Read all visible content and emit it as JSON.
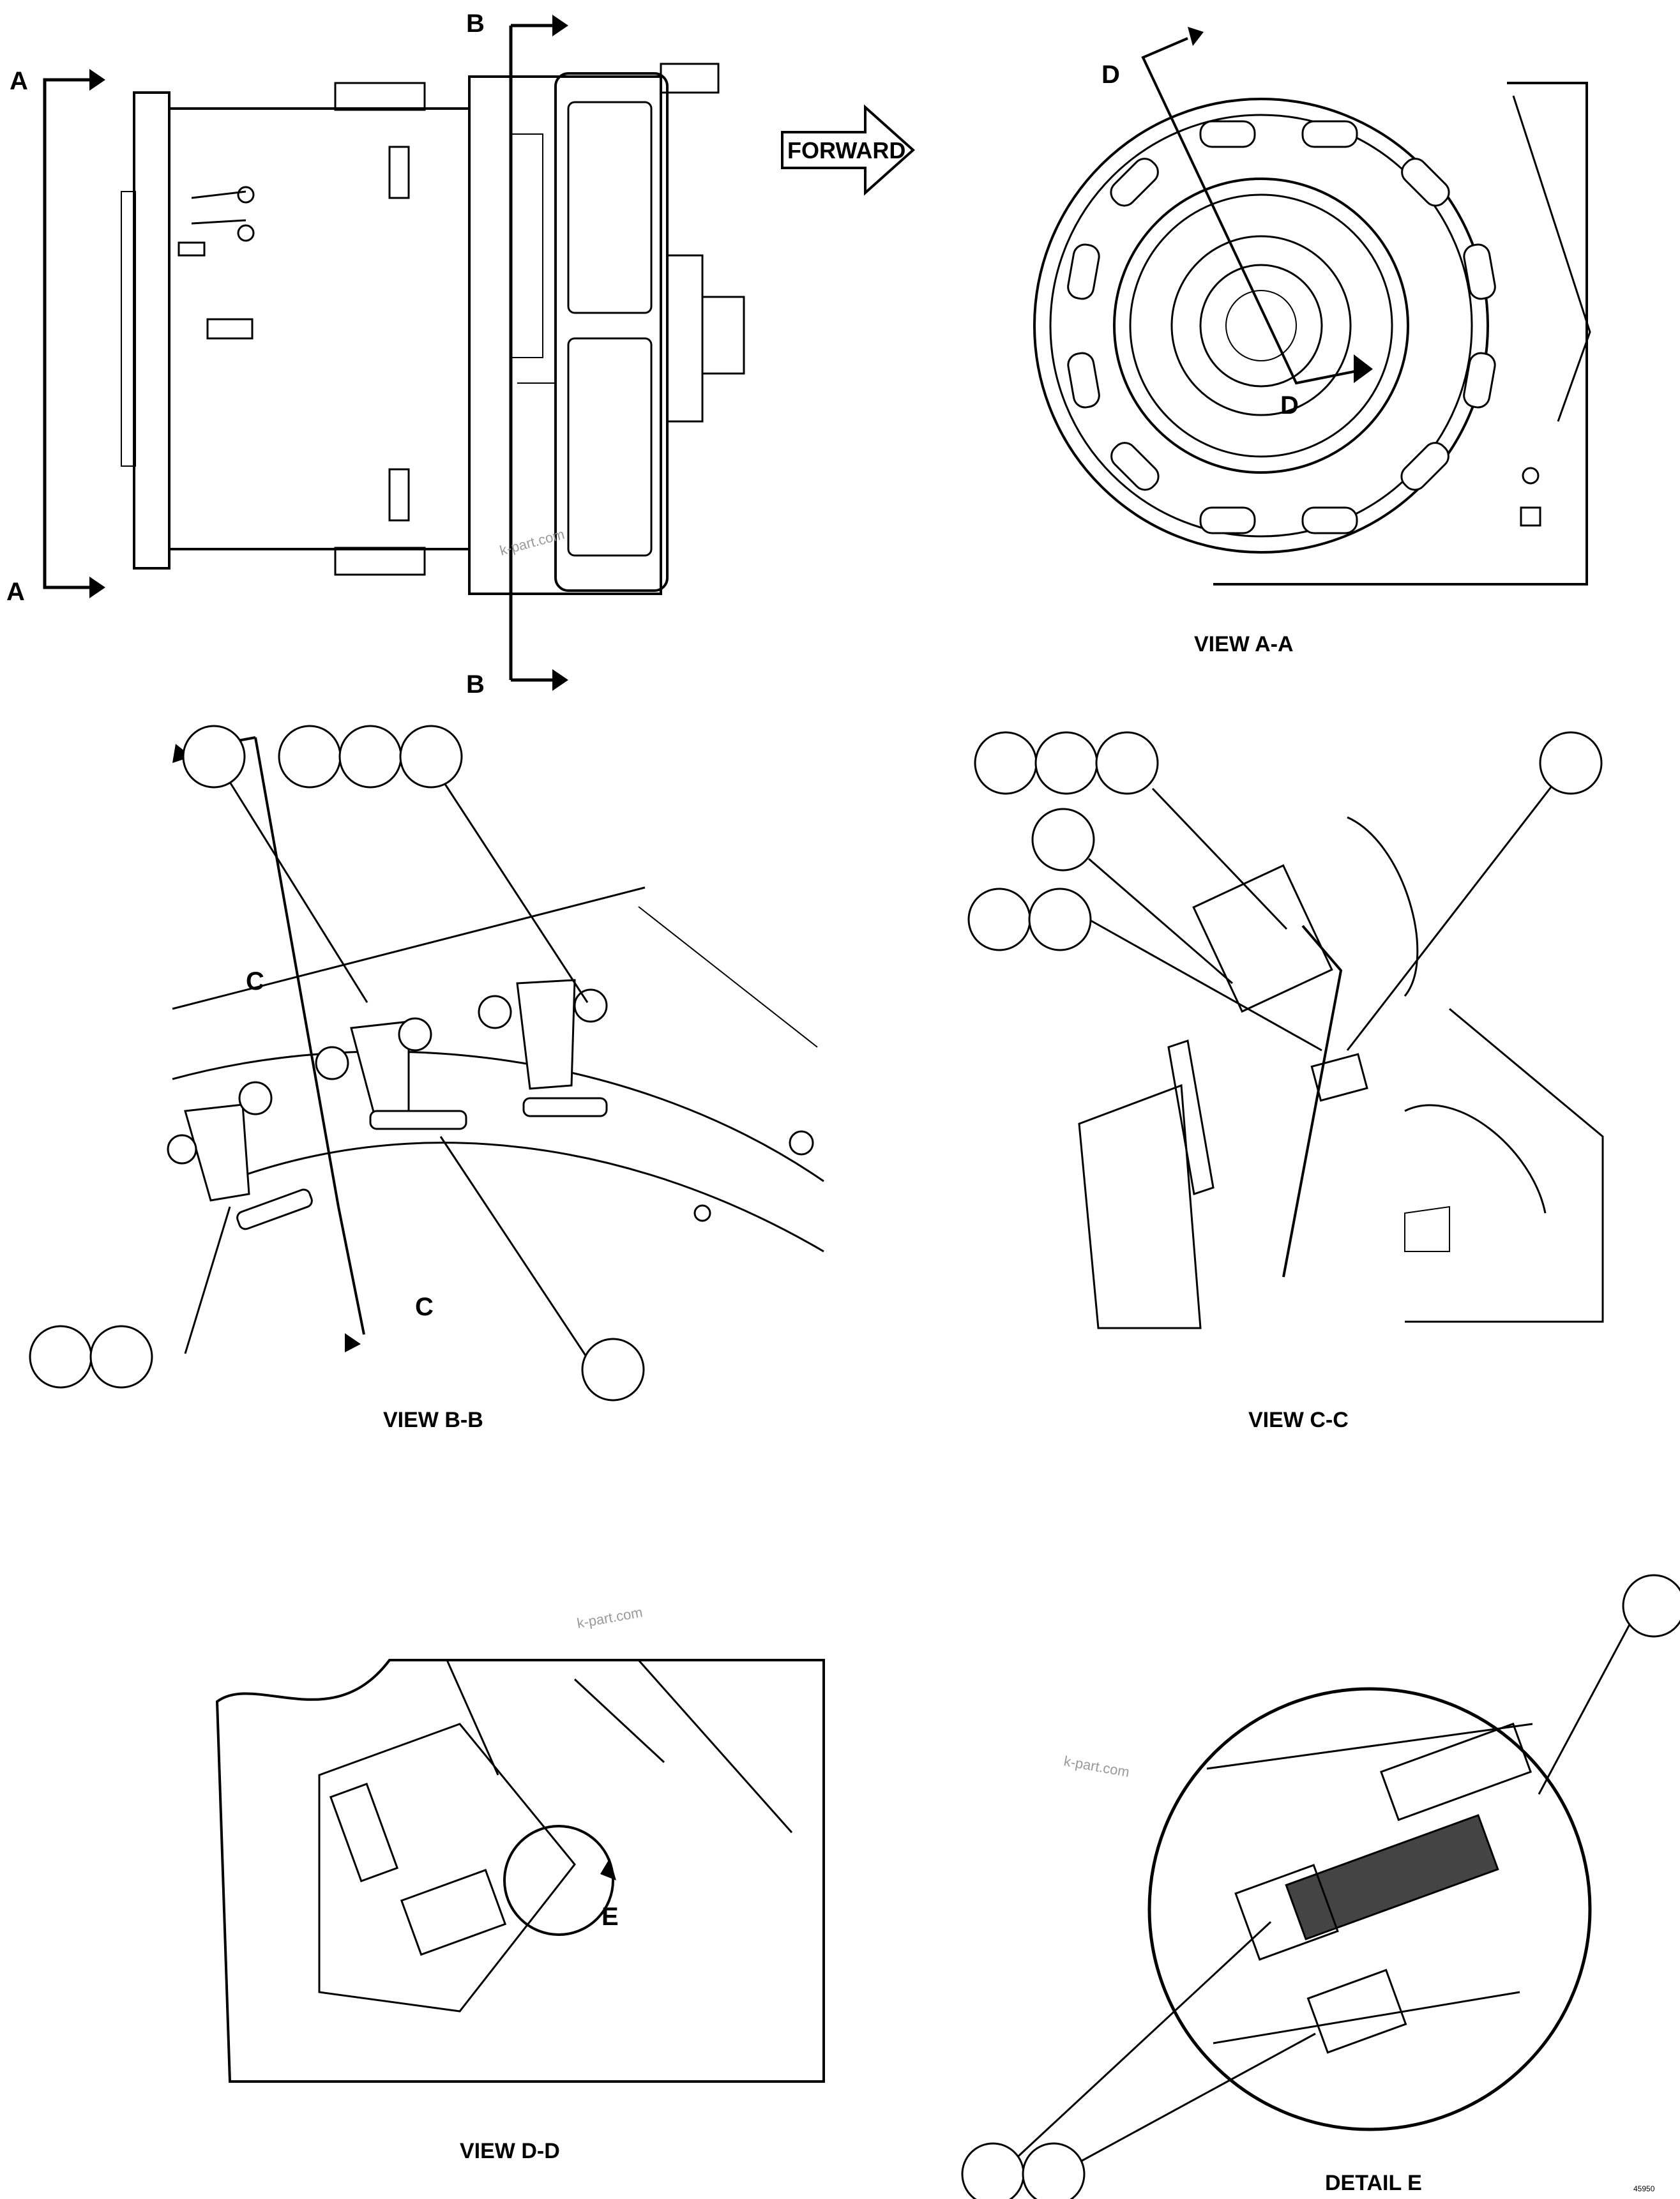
{
  "labels": {
    "section_a": "A",
    "section_b": "B",
    "section_c": "C",
    "section_d": "D",
    "detail_e": "E",
    "forward": "FORWARD"
  },
  "captions": {
    "view_aa": "VIEW A-A",
    "view_bb": "VIEW B-B",
    "view_cc": "VIEW C-C",
    "view_dd": "VIEW D-D",
    "detail_e": "DETAIL E"
  },
  "watermark": "k-part.com",
  "drawing_number": "45950"
}
